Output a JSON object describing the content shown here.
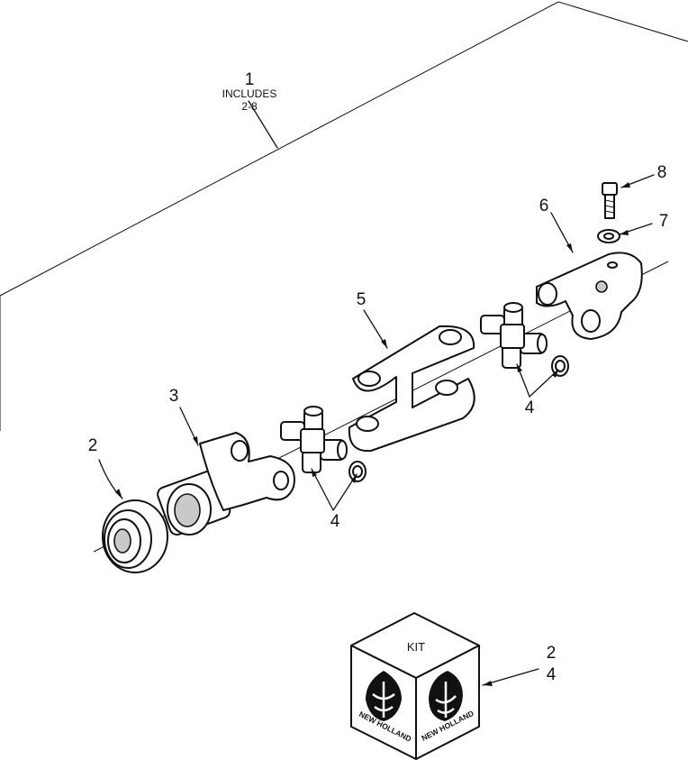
{
  "callouts": {
    "assembly": {
      "number": "1",
      "note_line1": "INCLUDES",
      "note_line2": "2-8"
    },
    "p2": "2",
    "p3": "3",
    "p4_left": "4",
    "p4_right": "4",
    "p5": "5",
    "p6": "6",
    "p7": "7",
    "p8": "8"
  },
  "kit": {
    "label": "KIT",
    "brand_left": "NEW HOLLAND",
    "brand_right": "NEW HOLLAND",
    "parts_line1": "2",
    "parts_line2": "4"
  }
}
